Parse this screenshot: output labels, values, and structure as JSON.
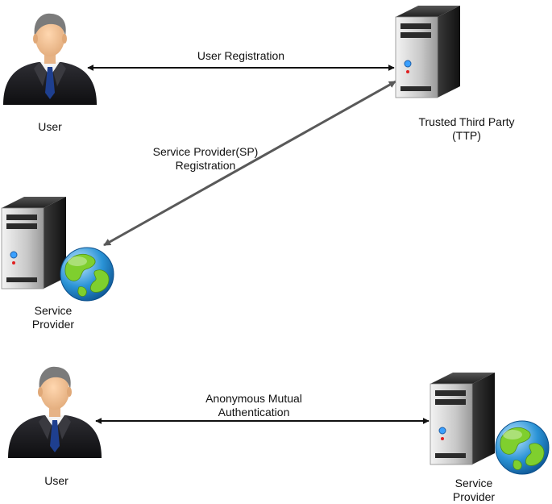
{
  "diagram": {
    "nodes": {
      "user_top": {
        "label": "User",
        "icon": "businessman-icon"
      },
      "ttp": {
        "label_line1": "Trusted Third Party",
        "label_line2": "(TTP)",
        "icon": "server-tower-icon"
      },
      "sp_mid": {
        "label_line1": "Service",
        "label_line2": "Provider",
        "icon": "server-globe-icon"
      },
      "user_bottom": {
        "label": "User",
        "icon": "businessman-icon"
      },
      "sp_bottom": {
        "label_line1": "Service",
        "label_line2": "Provider",
        "icon": "server-globe-icon"
      }
    },
    "edges": {
      "user_registration": {
        "label": "User Registration",
        "from": "User",
        "to": "Trusted Third Party (TTP)",
        "direction": "bidirectional"
      },
      "sp_registration": {
        "label_line1": "Service Provider(SP)",
        "label_line2": "Registration",
        "from": "Service Provider",
        "to": "Trusted Third Party (TTP)",
        "direction": "bidirectional"
      },
      "mutual_auth": {
        "label_line1": "Anonymous Mutual",
        "label_line2": "Authentication",
        "from": "User",
        "to": "Service Provider",
        "direction": "bidirectional"
      }
    },
    "colors": {
      "arrow_dark": "#111111",
      "arrow_gray": "#595959",
      "suit": "#1e1e22",
      "tie": "#1e3f8f",
      "skin": "#f2c49a",
      "hair": "#7b7b7b",
      "globe_ocean": "#2a93d6",
      "globe_land": "#7fcf2e"
    }
  }
}
